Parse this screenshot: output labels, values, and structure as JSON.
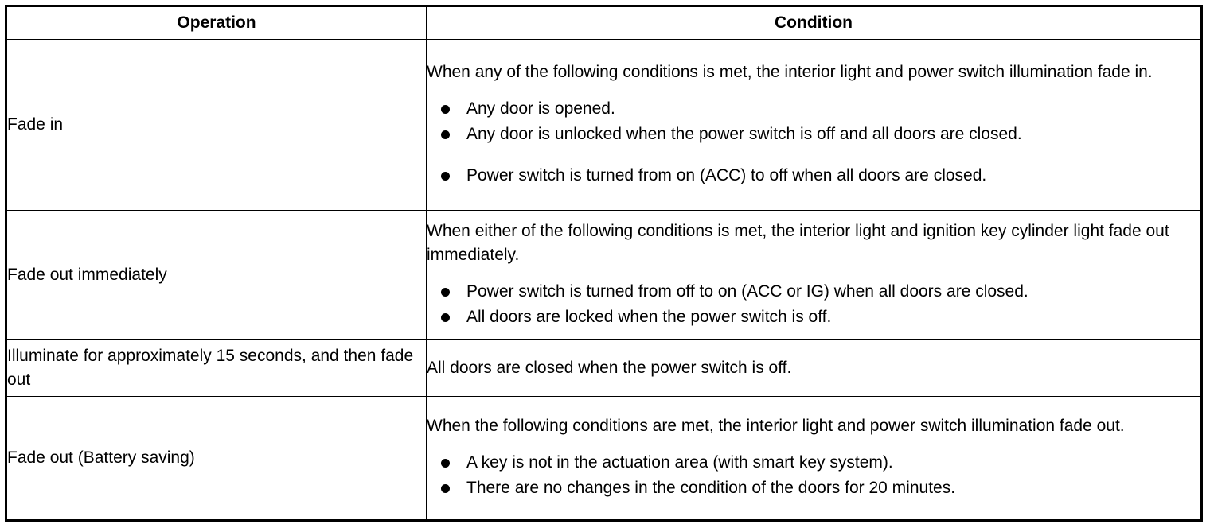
{
  "table": {
    "headers": {
      "operation": "Operation",
      "condition": "Condition"
    },
    "rows": [
      {
        "operation": "Fade in",
        "intro": "When any of the following conditions is met, the interior light and power switch illumination fade in.",
        "bullets": [
          "Any door is opened.",
          "Any door is unlocked when the power switch is off and all doors are closed.",
          "Power switch is turned from on (ACC) to off when all doors are closed."
        ]
      },
      {
        "operation": "Fade out immediately",
        "intro": "When either of the following conditions is met, the interior light and ignition key cylinder light fade out immediately.",
        "bullets": [
          "Power switch is turned from off to on (ACC or IG) when all doors are closed.",
          "All doors are locked when the power switch is off."
        ]
      },
      {
        "operation": "Illuminate for approximately 15 seconds, and then fade out",
        "intro": "All doors are closed when the power switch is off."
      },
      {
        "operation": "Fade out (Battery saving)",
        "intro": "When the following conditions are met, the interior light and power switch illumination fade out.",
        "bullets": [
          "A key is not in the actuation area (with smart key system).",
          "There are no changes in the condition of the doors for 20 minutes."
        ]
      }
    ]
  }
}
